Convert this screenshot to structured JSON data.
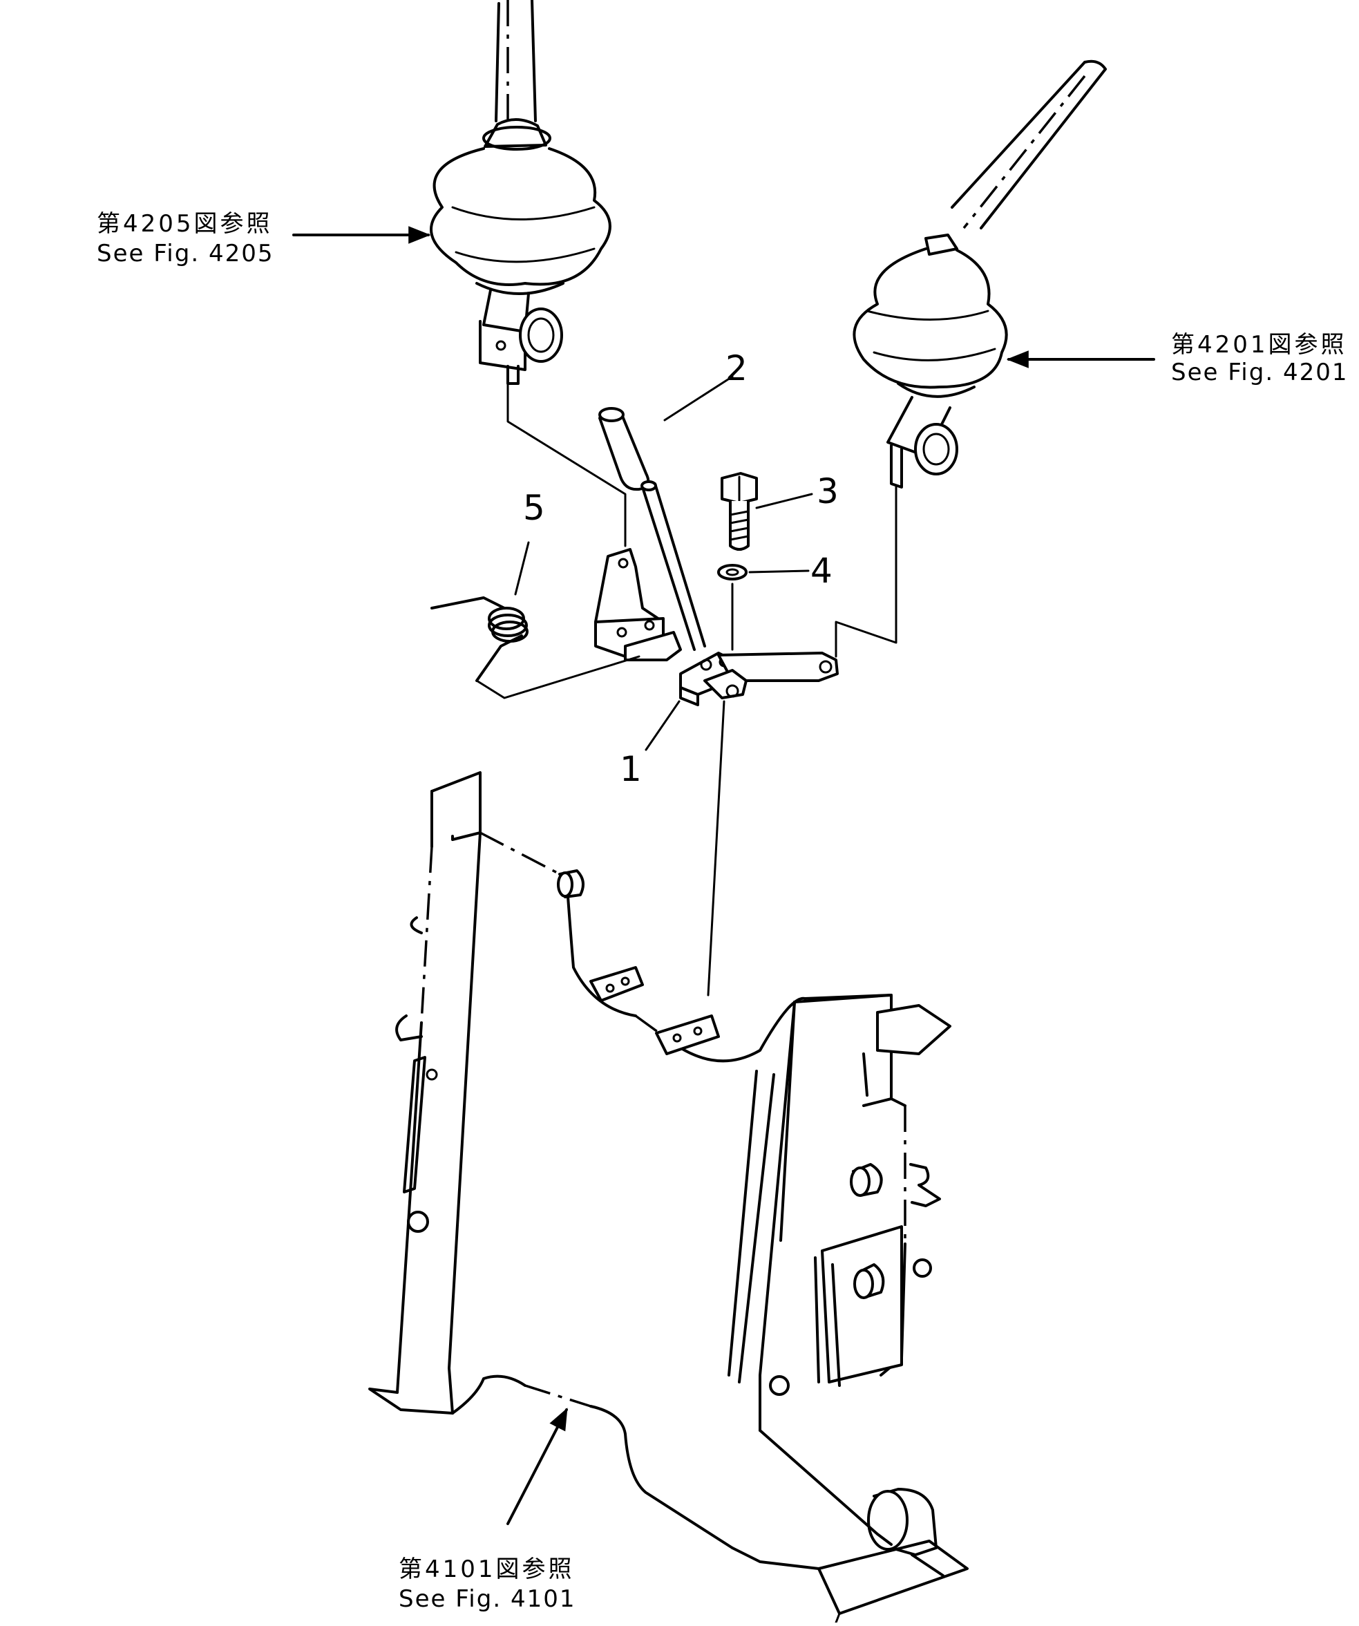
{
  "callouts": {
    "p1": "1",
    "p2": "2",
    "p3": "3",
    "p4": "4",
    "p5": "5"
  },
  "references": {
    "fig4205": {
      "jp": "第4205図参照",
      "en": "See Fig. 4205"
    },
    "fig4201": {
      "jp": "第4201図参照",
      "en": "See Fig. 4201"
    },
    "fig4101": {
      "jp": "第4101図参照",
      "en": "See Fig. 4101"
    }
  }
}
